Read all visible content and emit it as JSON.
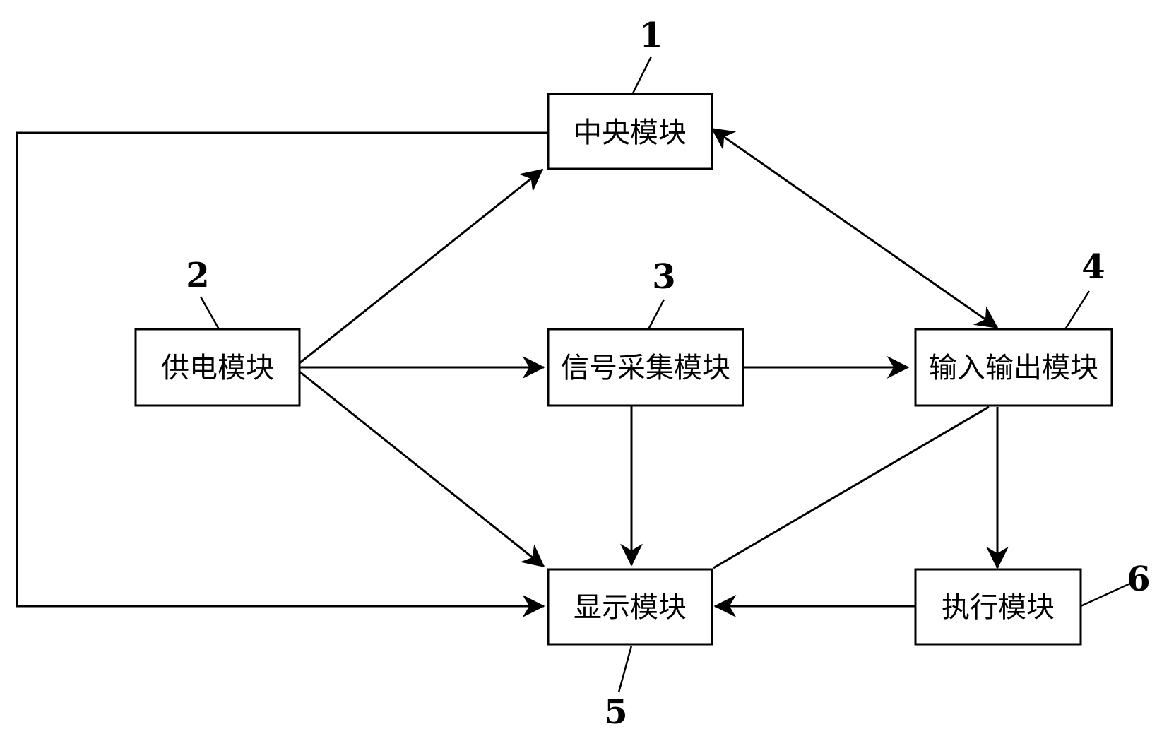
{
  "diagram": {
    "nodes": [
      {
        "id": "central",
        "label": "中央模块",
        "number": "1"
      },
      {
        "id": "power",
        "label": "供电模块",
        "number": "2"
      },
      {
        "id": "signal",
        "label": "信号采集模块",
        "number": "3"
      },
      {
        "id": "io",
        "label": "输入输出模块",
        "number": "4"
      },
      {
        "id": "display",
        "label": "显示模块",
        "number": "5"
      },
      {
        "id": "exec",
        "label": "执行模块",
        "number": "6"
      }
    ],
    "edges": [
      {
        "from": "power",
        "to": "central"
      },
      {
        "from": "power",
        "to": "signal"
      },
      {
        "from": "power",
        "to": "display"
      },
      {
        "from": "central",
        "to": "io",
        "bidirectional": true
      },
      {
        "from": "central",
        "to": "display"
      },
      {
        "from": "signal",
        "to": "io"
      },
      {
        "from": "signal",
        "to": "display"
      },
      {
        "from": "io",
        "to": "display"
      },
      {
        "from": "io",
        "to": "exec"
      },
      {
        "from": "exec",
        "to": "display"
      }
    ]
  }
}
